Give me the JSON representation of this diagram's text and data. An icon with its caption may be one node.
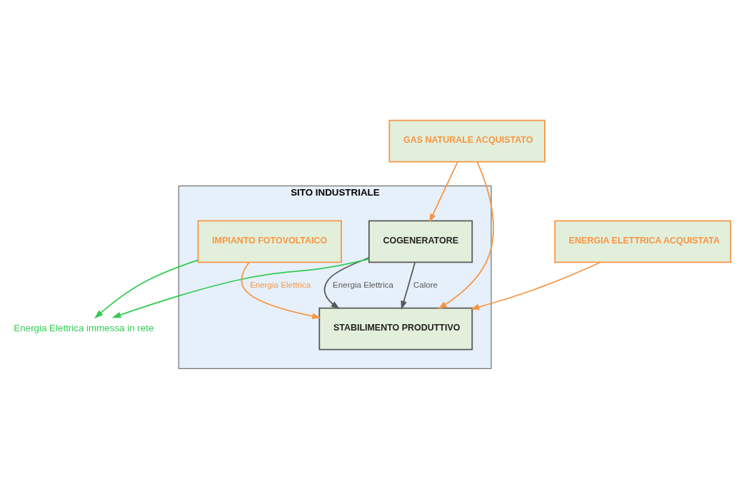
{
  "diagram": {
    "nodes": [
      {
        "text": [
          "SITO INDUSTRIALE"
        ]
      },
      {
        "text": [
          "GAS NATURALE ACQUISTATO"
        ]
      },
      {
        "text": [
          "COGENERATORE"
        ],
        "in": 0
      },
      {
        "text": [
          "IMPIANTO FOTOVOLTAICO"
        ],
        "in": 0
      },
      {
        "text": [
          "ENERGIA ELETTRICA ACQUISTATA"
        ]
      },
      {
        "text": [
          "STABILIMENTO PRODUTTIVO"
        ],
        "in": 0
      },
      {
        "text": [
          "Energia Elettrica immessa in rete"
        ]
      }
    ],
    "edges": [
      {
        "from": 1,
        "to": 2,
        "arrow": "to"
      },
      {
        "from": 1,
        "to": 5,
        "arrow": "to"
      },
      {
        "from": 4,
        "to": 5,
        "arrow": "to"
      },
      {
        "from": 2,
        "to": 5,
        "arrow": "to",
        "label": "Calore",
        "color": "#595959"
      },
      {
        "from": 2,
        "to": 5,
        "arrow": "to",
        "label": "Energia Elettrica",
        "color": "#595959"
      },
      {
        "from": 3,
        "to": 5,
        "arrow": "to",
        "label": "Energia Elettrica"
      },
      {
        "from": 2,
        "to": 6,
        "arrow": "to",
        "color": "#33cc55"
      },
      {
        "from": 3,
        "to": 6,
        "arrow": "to",
        "color": "#33cc55"
      }
    ]
  }
}
